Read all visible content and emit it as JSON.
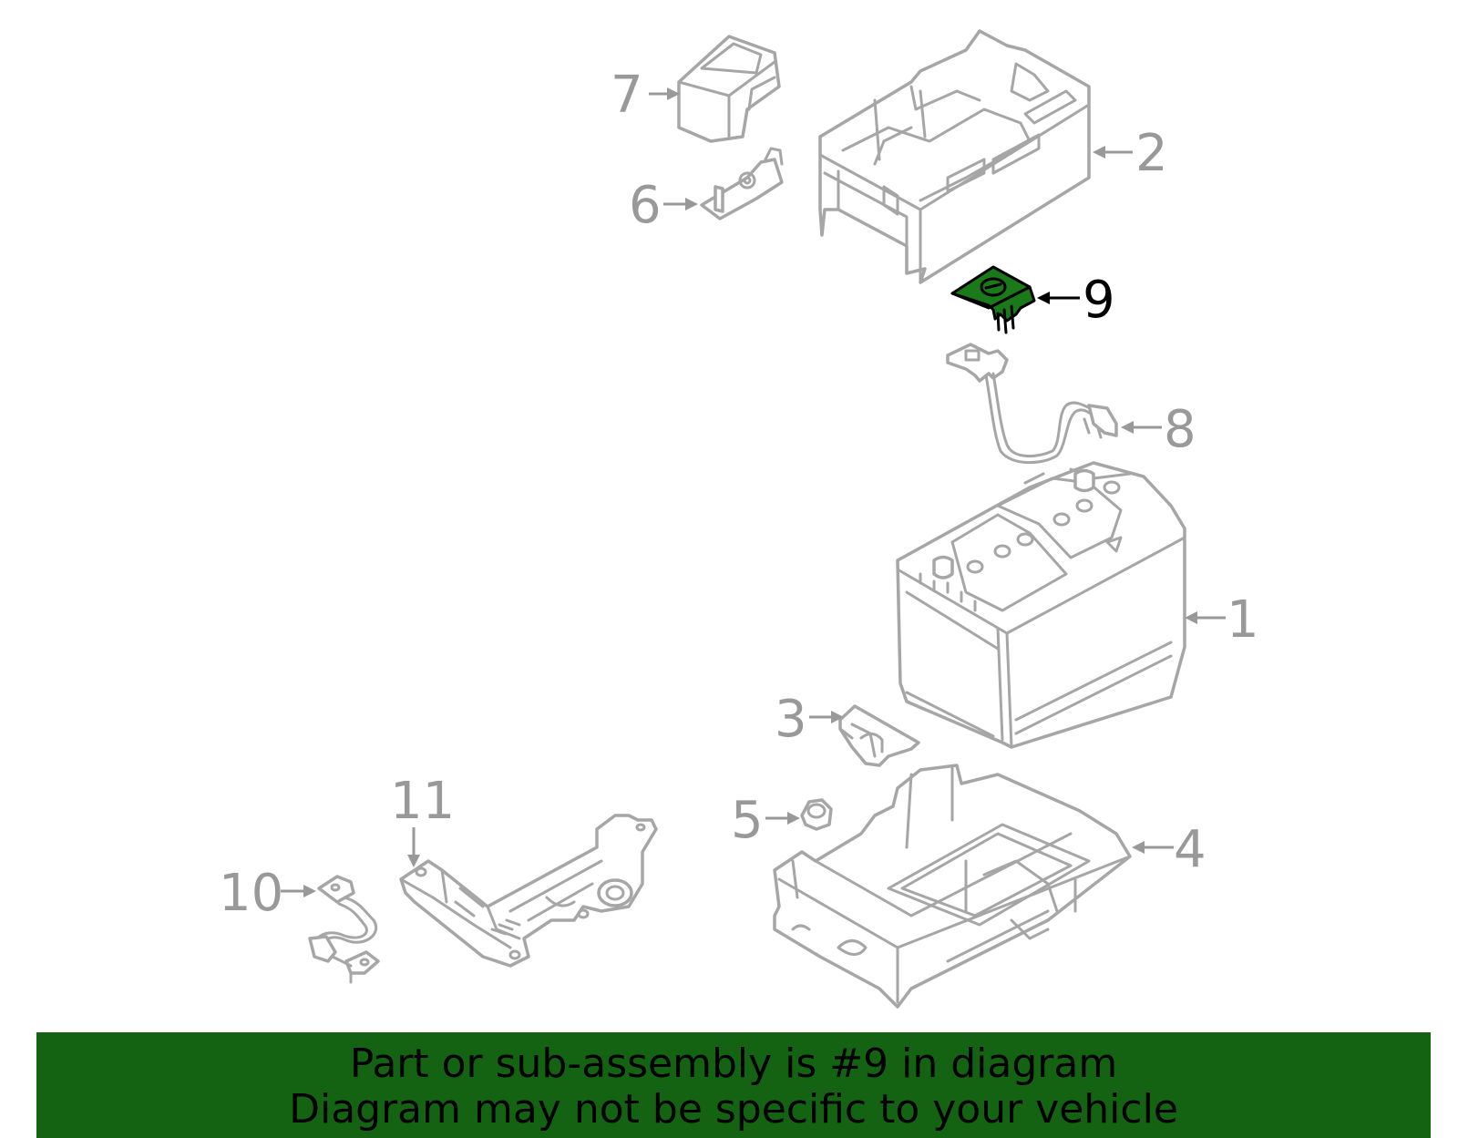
{
  "highlight_color": "#1a7a1a",
  "banner_color": "#136312",
  "callouts": {
    "c1": "1",
    "c2": "2",
    "c3": "3",
    "c4": "4",
    "c5": "5",
    "c6": "6",
    "c7": "7",
    "c8": "8",
    "c9": "9",
    "c10": "10",
    "c11": "11"
  },
  "highlighted_part": "9",
  "footer": {
    "line1": "Part or sub-assembly is #9 in diagram",
    "line2": "Diagram may not be specific to your vehicle"
  }
}
